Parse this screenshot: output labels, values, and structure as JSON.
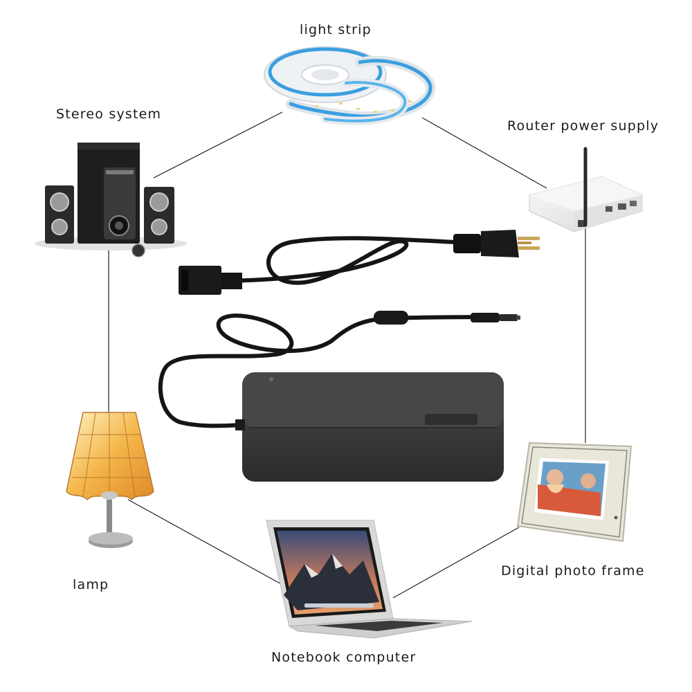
{
  "labels": {
    "light_strip": "light strip",
    "stereo_system": "Stereo system",
    "router_power_supply": "Router power supply",
    "lamp": "lamp",
    "digital_photo_frame": "Digital photo frame",
    "notebook_computer": "Notebook computer"
  },
  "colors": {
    "adapter_body": "#3a3b3b",
    "cable": "#151515",
    "connector_line": "#222222",
    "led_blue": "#3a9fe0",
    "lamp_shade": "#f4b64a"
  }
}
